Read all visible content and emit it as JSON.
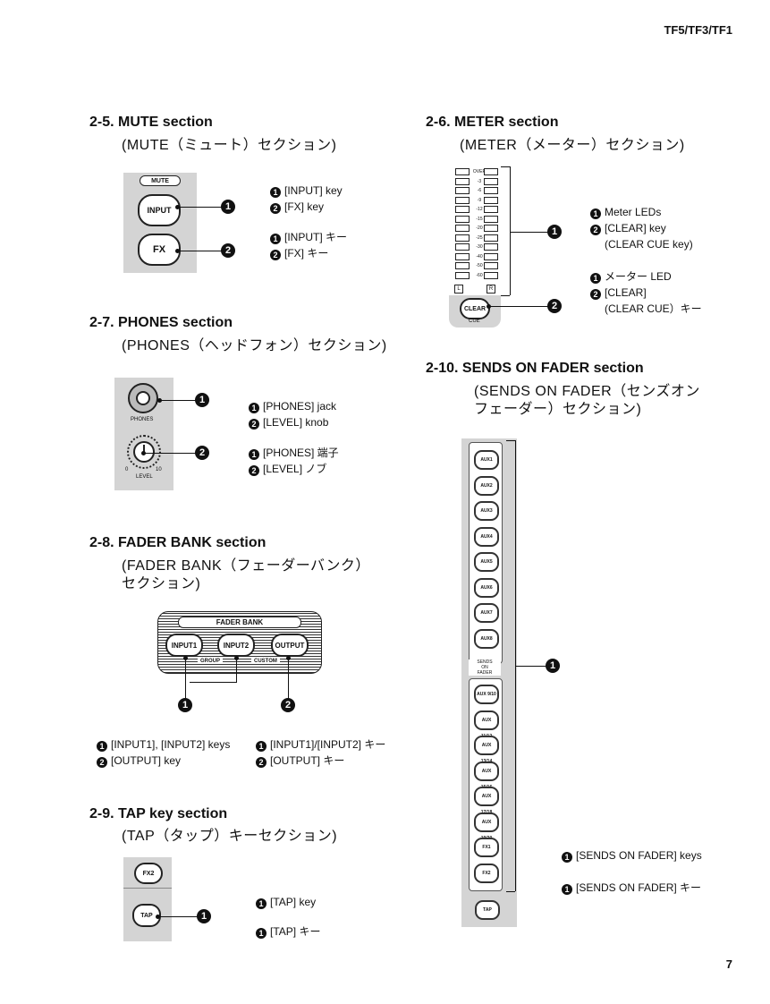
{
  "header": "TF5/TF3/TF1",
  "page_number": "7",
  "mute": {
    "title": "2-5. MUTE section",
    "subtitle": "(MUTE（ミュート）セクション)",
    "panel_label": "MUTE",
    "key_input": "INPUT",
    "key_fx": "FX",
    "notes_en": [
      "[INPUT] key",
      "[FX] key"
    ],
    "notes_ja": [
      "[INPUT] キー",
      "[FX] キー"
    ]
  },
  "meter": {
    "title": "2-6. METER section",
    "subtitle": "(METER（メーター）セクション)",
    "led_labels": [
      "OVER",
      "-3",
      "-6",
      "-9",
      "-12",
      "-15",
      "-20",
      "-25",
      "-30",
      "-40",
      "-50",
      "-60"
    ],
    "lr": [
      "L",
      "R"
    ],
    "key_clear": "CLEAR",
    "cue_label": "CUE",
    "notes_en": [
      "Meter LEDs",
      "[CLEAR] key",
      "(CLEAR CUE key)"
    ],
    "notes_ja": [
      "メーター LED",
      "[CLEAR]",
      "(CLEAR CUE）キー"
    ]
  },
  "phones": {
    "title": "2-7. PHONES section",
    "subtitle": "(PHONES（ヘッドフォン）セクション)",
    "jack_label": "PHONES",
    "knob_label": "LEVEL",
    "knob_min": "0",
    "knob_max": "10",
    "notes_en": [
      "[PHONES] jack",
      "[LEVEL] knob"
    ],
    "notes_ja": [
      "[PHONES] 端子",
      "[LEVEL] ノブ"
    ]
  },
  "fader_bank": {
    "title": "2-8. FADER BANK section",
    "subtitle1": "(FADER BANK（フェーダーバンク）",
    "subtitle2": "セクション)",
    "panel_label": "FADER BANK",
    "keys": [
      "INPUT1",
      "INPUT2",
      "OUTPUT"
    ],
    "group_label": "GROUP",
    "custom_label": "CUSTOM",
    "notes_en": [
      "[INPUT1], [INPUT2] keys",
      "[OUTPUT] key"
    ],
    "notes_ja": [
      "[INPUT1]/[INPUT2] キー",
      "[OUTPUT] キー"
    ]
  },
  "tap": {
    "title": "2-9. TAP key section",
    "subtitle": "(TAP（タップ）キーセクション)",
    "key_fx2": "FX2",
    "key_tap": "TAP",
    "notes_en": [
      "[TAP] key"
    ],
    "notes_ja": [
      "[TAP] キー"
    ]
  },
  "sends": {
    "title": "2-10.  SENDS ON FADER section",
    "subtitle1": "(SENDS ON FADER（センズオン",
    "subtitle2": "フェーダー）セクション)",
    "keys_top": [
      "AUX1",
      "AUX2",
      "AUX3",
      "AUX4",
      "AUX5",
      "AUX6",
      "AUX7",
      "AUX8"
    ],
    "label": [
      "SENDS",
      "ON",
      "FADER"
    ],
    "keys_bottom": [
      "AUX 9/10",
      "AUX 11/12",
      "AUX 13/14",
      "AUX 15/16",
      "AUX 17/18",
      "AUX 19/20",
      "FX1",
      "FX2"
    ],
    "key_tap": "TAP",
    "notes_en": [
      "[SENDS ON FADER] keys"
    ],
    "notes_ja": [
      "[SENDS ON FADER] キー"
    ]
  },
  "bullets": [
    "1",
    "2"
  ]
}
